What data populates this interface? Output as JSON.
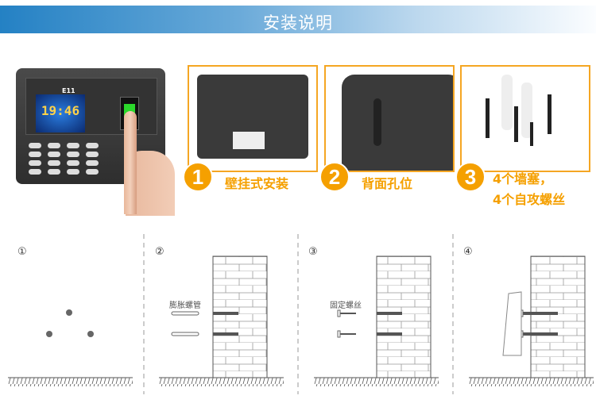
{
  "banner": {
    "title": "安装说明"
  },
  "device": {
    "model": "E11",
    "clock": "19:46"
  },
  "steps_top": [
    {
      "number": "1",
      "label": "壁挂式安装"
    },
    {
      "number": "2",
      "label": "背面孔位"
    },
    {
      "number": "3",
      "label_line1": "4个墙塞，",
      "label_line2": "4个自攻螺丝"
    }
  ],
  "diagram": {
    "steps": [
      "①",
      "②",
      "③",
      "④"
    ],
    "anchor_label": "膨胀螺管",
    "screw_label": "固定螺丝"
  },
  "colors": {
    "accent": "#f5a000",
    "banner": "#2481c4"
  }
}
